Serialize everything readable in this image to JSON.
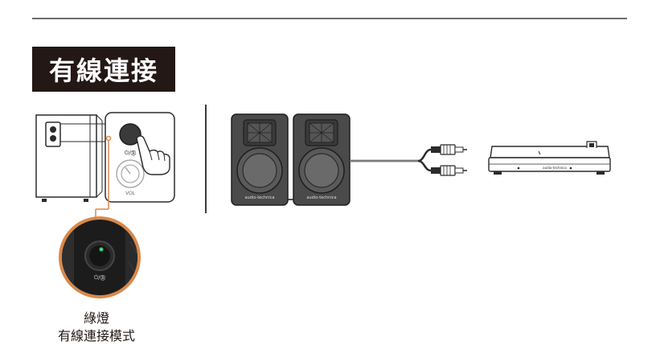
{
  "title": "有線連接",
  "panel": {
    "power_label": "⏻/Ⓑ",
    "vol_label": "VOL"
  },
  "closeup": {
    "power_label": "⏻/Ⓑ"
  },
  "caption": {
    "line1": "綠燈",
    "line2": "有線連接模式"
  },
  "speaker_brand": "audio-technica",
  "turntable_brand": "audio-technica",
  "colors": {
    "title_bg": "#231815",
    "accent_orange": "#d8894c",
    "led_green": "#38c06a",
    "speaker_body": "#4a4a4a"
  }
}
